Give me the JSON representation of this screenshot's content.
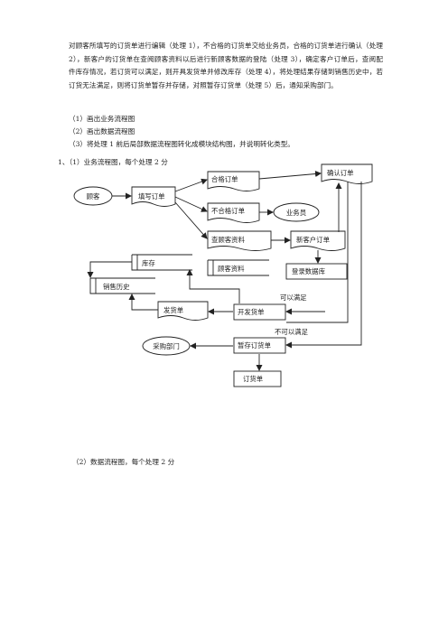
{
  "intro": "对顾客所填写的订货单进行编辑（处理 1），不合格的订货单交给业务员，合格的订货单进行确认（处理 2），新客户的订货单在查阅顾客资料以后进行新顾客数据的登陆（处理 3），确定客户订单后，查阅配件库存情况，若订货可以满足，则开具发货单并修改库存（处理 4），将处理结果存储到销售历史中，若订货无法满足，则将订货单暂存并存储，对照暂存订货单（处理 5）后，通知采购部门。",
  "questions": [
    "（1）画出业务流程图",
    "（2）画出数据流程图",
    "（3）将处理 1 前后局部数据流程图转化成模块结构图，并说明转化类型。"
  ],
  "answer_heading": "1、（1）业务流程图，每个处理 2 分",
  "flowchart": {
    "customer": "顾客",
    "fill_order": "填写订单",
    "qualified_order": "合格订单",
    "unqualified_order": "不合格订单",
    "salesman": "业务员",
    "confirm_order": "确认订单",
    "check_customer_info": "查顾客资料",
    "new_customer_order": "新客户订单",
    "inventory": "库存",
    "customer_info": "顾客资料",
    "register_database": "登录数据库",
    "sales_history": "销售历史",
    "delivery_note": "发货单",
    "issue_delivery": "开发货单",
    "can_satisfy": "可以满足",
    "cannot_satisfy": "不可以满足",
    "purchasing_dept": "采购部门",
    "hold_order": "暂存订货单",
    "order_note": "订货单"
  },
  "section2_heading": "（2）数据流程图，每个处理 2 分"
}
